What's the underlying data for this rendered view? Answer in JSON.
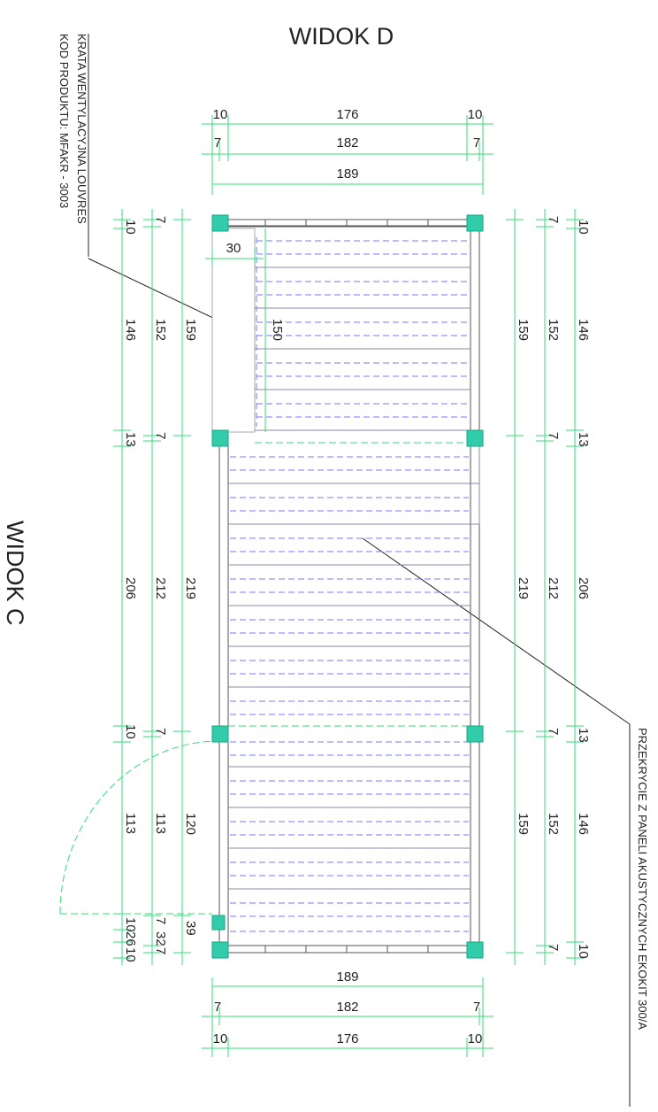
{
  "views": {
    "top": "WIDOK D",
    "side": "WIDOK C"
  },
  "notes": {
    "grate_line1": "KRATA WENTYLACYJNA LOUVRES",
    "grate_line2": "KOD PRODUKTU: MFAKR - 3003",
    "ceiling": "PRZEKRYCIE Z PANELI AKUSTYCZNYCH EKOKIT 300/A"
  },
  "top_dims": {
    "ll": "10",
    "lm": "176",
    "lr": "10",
    "ml": "7",
    "mm": "182",
    "mr": "7",
    "bm": "189"
  },
  "bottom_dims": {
    "t": "189",
    "ml": "7",
    "mm": "182",
    "mr": "7",
    "bl": "10",
    "bm": "176",
    "br": "10"
  },
  "grate_dims": {
    "w": "30",
    "h": "150"
  },
  "left_dims": {
    "c1": [
      "10",
      "146",
      "13",
      "206",
      "10",
      "113",
      "10",
      "26",
      "10"
    ],
    "c2": [
      "7",
      "152",
      "7",
      "212",
      "7",
      "113",
      "7",
      "32",
      "7"
    ],
    "c3": [
      "159",
      "219",
      "120",
      "39"
    ]
  },
  "right_dims": {
    "c1": [
      "159",
      "219",
      "159"
    ],
    "c2": [
      "7",
      "152",
      "7",
      "212",
      "7",
      "152",
      "7"
    ],
    "c3": [
      "10",
      "146",
      "13",
      "206",
      "13",
      "146",
      "10"
    ]
  }
}
